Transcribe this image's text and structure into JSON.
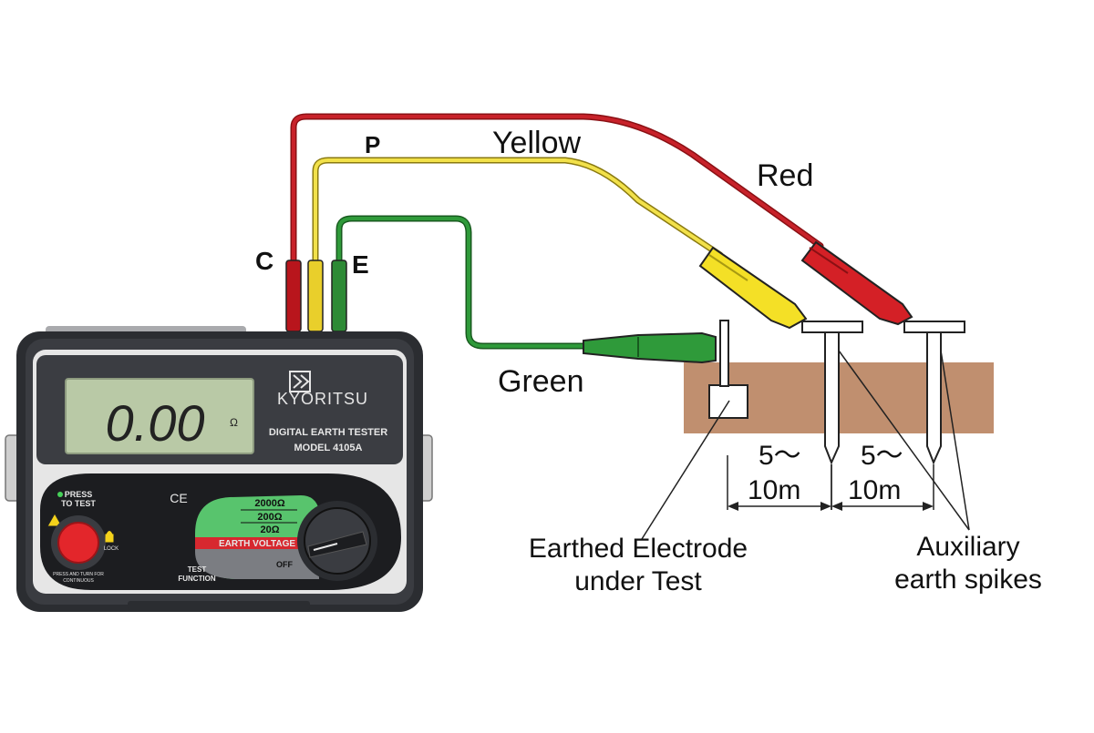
{
  "wire_labels": {
    "p": "P",
    "yellow": "Yellow",
    "red": "Red",
    "green": "Green",
    "c": "C",
    "e": "E"
  },
  "wire_colors": {
    "red": "#c8222a",
    "yellow": "#f2e14a",
    "green": "#2f9a3a"
  },
  "tester": {
    "brand": "KYORITSU",
    "display_value": "0.00",
    "display_unit": "Ω",
    "product_name": "DIGITAL EARTH TESTER",
    "model": "MODEL 4105A",
    "press_to_test": [
      "PRESS",
      "TO TEST"
    ],
    "continuous_note": [
      "PRESS AND TURN FOR",
      "CONTINUOUS"
    ],
    "lock_label": "LOCK",
    "ce_mark": "CE",
    "ranges": [
      "2000Ω",
      "200Ω",
      "20Ω"
    ],
    "earth_voltage": "EARTH VOLTAGE",
    "off_label": "OFF",
    "test_function": [
      "TEST",
      "FUNCTION"
    ],
    "colors": {
      "case": "#2b2d31",
      "faceplate": "#e6e6e6",
      "lcd": "#b9c9a6",
      "green_panel": "#58c46d",
      "red_strip": "#d7282f",
      "test_button": "#e3262b"
    }
  },
  "ground_color": "#c08f6f",
  "distances": [
    {
      "top": "5～",
      "bottom": "10m"
    },
    {
      "top": "5～",
      "bottom": "10m"
    }
  ],
  "callouts": {
    "electrode": [
      "Earthed Electrode",
      "under Test"
    ],
    "spikes": [
      "Auxiliary",
      "earth spikes"
    ]
  }
}
